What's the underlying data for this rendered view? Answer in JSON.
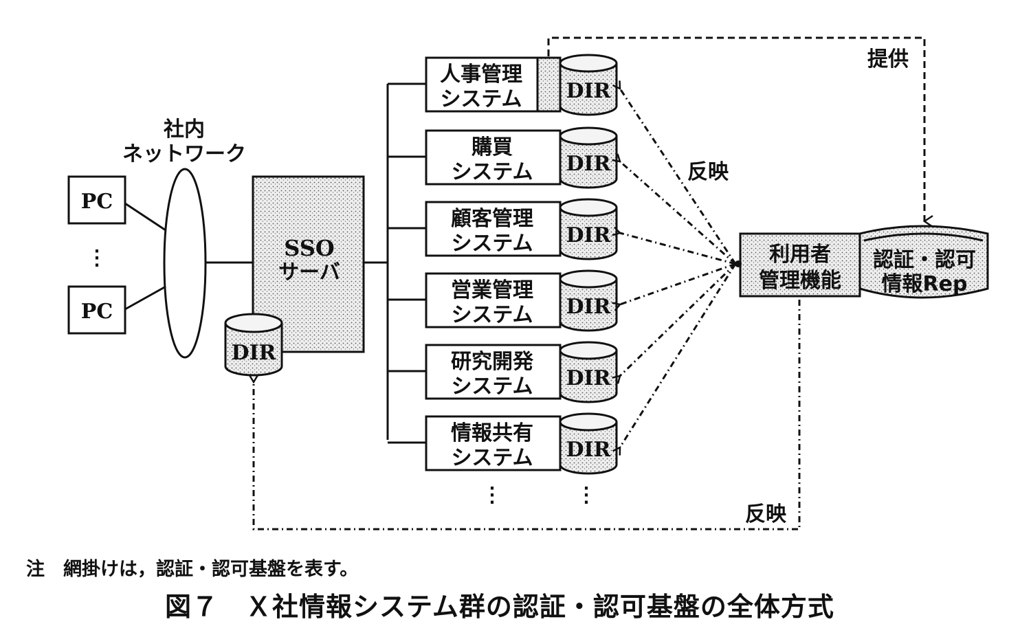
{
  "network": {
    "label_line1": "社内",
    "label_line2": "ネットワーク"
  },
  "pcs": [
    {
      "label": "PC"
    },
    {
      "label": "PC"
    }
  ],
  "pc_ellipsis": "⋮",
  "sso_server": {
    "line1": "SSO",
    "line2": "サーバ",
    "shaded": true
  },
  "sso_dir": {
    "label": "DIR"
  },
  "systems": [
    {
      "line1": "人事管理",
      "line2": "システム",
      "dir": "DIR",
      "has_shaded_strip": true
    },
    {
      "line1": "購買",
      "line2": "システム",
      "dir": "DIR"
    },
    {
      "line1": "顧客管理",
      "line2": "システム",
      "dir": "DIR"
    },
    {
      "line1": "営業管理",
      "line2": "システム",
      "dir": "DIR"
    },
    {
      "line1": "研究開発",
      "line2": "システム",
      "dir": "DIR"
    },
    {
      "line1": "情報共有",
      "line2": "システム",
      "dir": "DIR"
    }
  ],
  "systems_ellipsis": "⋮",
  "user_mgmt": {
    "line1": "利用者",
    "line2": "管理機能"
  },
  "auth_repo": {
    "line1": "認証・認可",
    "line2": "情報Rep"
  },
  "flows": {
    "reflect_to_systems": "反映",
    "provide": "提供",
    "reflect_to_sso": "反映"
  },
  "note": "注　網掛けは，認証・認可基盤を表す。",
  "caption": "図７　Ｘ社情報システム群の認証・認可基盤の全体方式"
}
